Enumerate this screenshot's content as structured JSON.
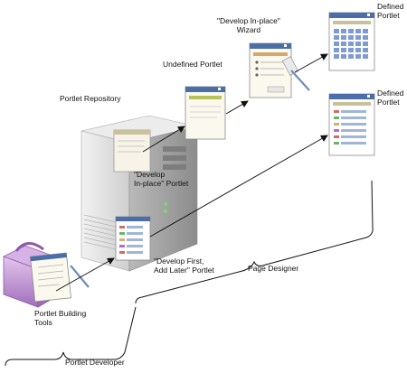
{
  "labels": {
    "portlet_repository": "Portlet Repository",
    "undefined_portlet": "Undefined Portlet",
    "develop_in_place_wizard": "\"Develop In-place\"\nWizard",
    "defined_portlet_top": "Defined\nPortlet",
    "defined_portlet_mid": "Defined\nPortlet",
    "develop_in_place_portlet": "\"Develop\nIn-place\" Portlet",
    "develop_first_add_later_portlet": "\"Develop First,\nAdd Later\" Portlet",
    "page_designer": "Page Designer",
    "portlet_building_tools": "Portlet Building\nTools",
    "portlet_developer": "Portlet Developer"
  },
  "colors": {
    "server_light": "#e6e6e6",
    "server_mid": "#c8c8c8",
    "server_dark": "#9a9a9a",
    "toolbox": "#c59ad6",
    "toolbox_dark": "#8f5aa8",
    "window_bar": "#4b6ea8",
    "grid_blue": "#6f8fcf",
    "arrow": "#111111"
  },
  "icons": [
    "server-icon",
    "toolbox-icon",
    "portlet-window-icon",
    "wizard-window-icon",
    "grid-portlet-icon",
    "pen-icon"
  ]
}
